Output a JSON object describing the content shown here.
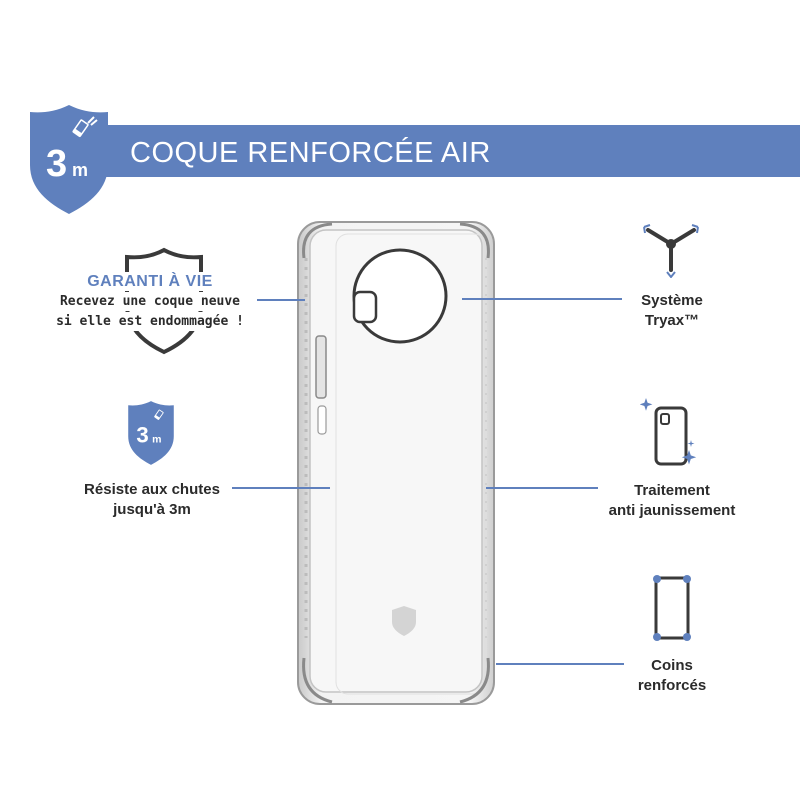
{
  "header": {
    "title": "COQUE RENFORCÉE AIR",
    "badge_number": "3",
    "badge_unit": "m"
  },
  "features_left": {
    "guarantee": {
      "title": "GARANTI À VIE",
      "line1": "Recevez une coque neuve",
      "line2": "si elle est endommagée !"
    },
    "drop": {
      "badge_number": "3",
      "badge_unit": "m",
      "line1": "Résiste aux chutes",
      "line2": "jusqu'à 3m"
    }
  },
  "features_right": {
    "tryax": {
      "line1": "Système",
      "line2": "Tryax™",
      "icon": "tryax-system-icon"
    },
    "antiyellow": {
      "line1": "Traitement",
      "line2": "anti jaunissement",
      "icon": "sparkle-phone-icon"
    },
    "corners": {
      "line1": "Coins",
      "line2": "renforcés",
      "icon": "reinforced-corners-icon"
    }
  },
  "colors": {
    "accent": "#5f80bd",
    "text": "#2b2b2b",
    "icon_dark": "#3a3a3a"
  }
}
